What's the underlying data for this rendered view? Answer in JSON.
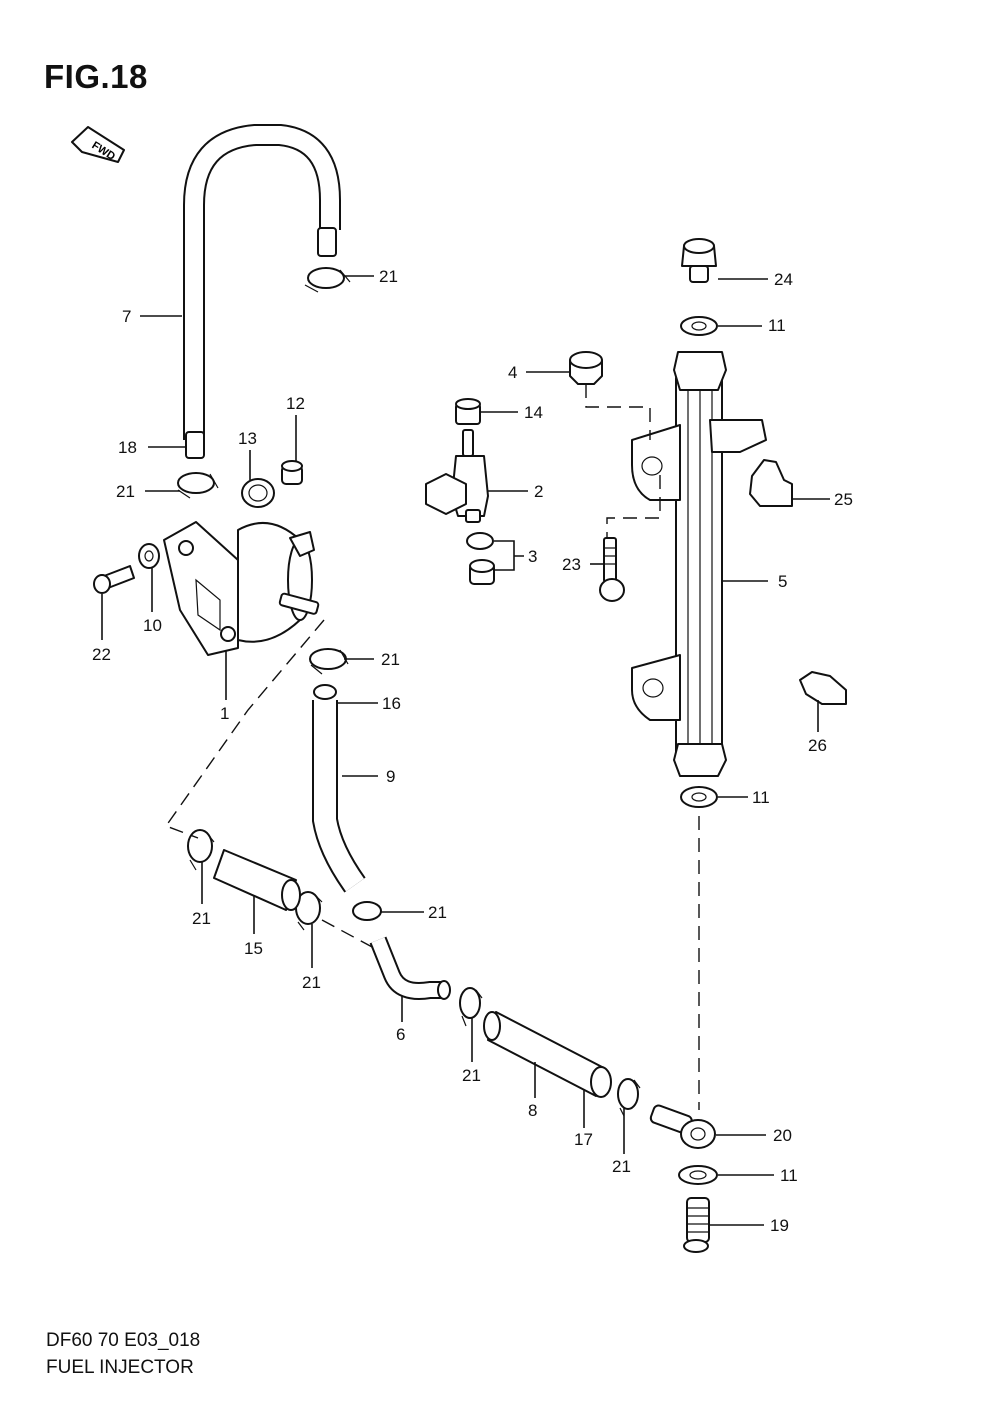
{
  "figure": {
    "title": "FIG.18",
    "fwd_label": "FWD"
  },
  "footer": {
    "code": "DF60 70 E03_018",
    "name": "FUEL INJECTOR"
  },
  "callouts": [
    {
      "id": "c7",
      "label": "7"
    },
    {
      "id": "c21a",
      "label": "21"
    },
    {
      "id": "c24",
      "label": "24"
    },
    {
      "id": "c11a",
      "label": "11"
    },
    {
      "id": "c4",
      "label": "4"
    },
    {
      "id": "c12",
      "label": "12"
    },
    {
      "id": "c14",
      "label": "14"
    },
    {
      "id": "c18",
      "label": "18"
    },
    {
      "id": "c13",
      "label": "13"
    },
    {
      "id": "c21b",
      "label": "21"
    },
    {
      "id": "c2",
      "label": "2"
    },
    {
      "id": "c25",
      "label": "25"
    },
    {
      "id": "c3",
      "label": "3"
    },
    {
      "id": "c23",
      "label": "23"
    },
    {
      "id": "c5",
      "label": "5"
    },
    {
      "id": "c22",
      "label": "22"
    },
    {
      "id": "c10",
      "label": "10"
    },
    {
      "id": "c21c",
      "label": "21"
    },
    {
      "id": "c1",
      "label": "1"
    },
    {
      "id": "c16",
      "label": "16"
    },
    {
      "id": "c26",
      "label": "26"
    },
    {
      "id": "c9",
      "label": "9"
    },
    {
      "id": "c11b",
      "label": "11"
    },
    {
      "id": "c21d",
      "label": "21"
    },
    {
      "id": "c21e",
      "label": "21"
    },
    {
      "id": "c15",
      "label": "15"
    },
    {
      "id": "c21f",
      "label": "21"
    },
    {
      "id": "c6",
      "label": "6"
    },
    {
      "id": "c21g",
      "label": "21"
    },
    {
      "id": "c8",
      "label": "8"
    },
    {
      "id": "c17",
      "label": "17"
    },
    {
      "id": "c20",
      "label": "20"
    },
    {
      "id": "c21h",
      "label": "21"
    },
    {
      "id": "c11c",
      "label": "11"
    },
    {
      "id": "c19",
      "label": "19"
    }
  ]
}
